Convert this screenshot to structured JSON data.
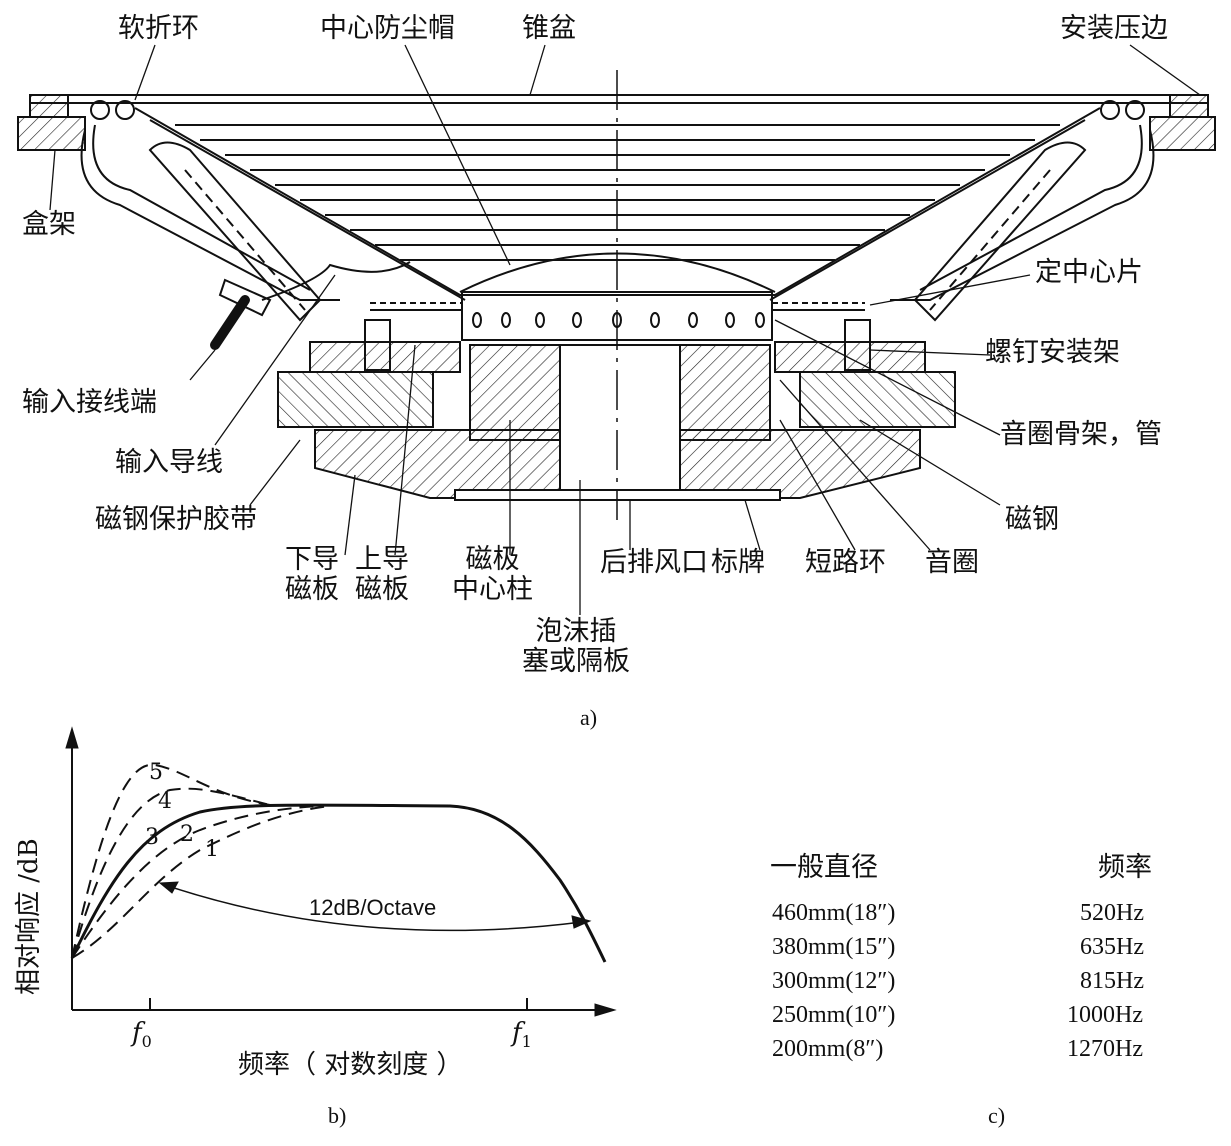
{
  "panel_a": {
    "caption": "a)",
    "labels": {
      "surround": "软折环",
      "dust_cap": "中心防尘帽",
      "cone": "锥盆",
      "gasket": "安装压边",
      "basket": "盒架",
      "spider": "定中心片",
      "screw_mount": "螺钉安装架",
      "input_terminal": "输入接线端",
      "coil_former": "音圈骨架，管",
      "input_lead": "输入导线",
      "magnet": "磁钢",
      "magnet_tape": "磁钢保护胶带",
      "lower_plate_1": "下导",
      "lower_plate_2": "磁板",
      "upper_plate_1": "上导",
      "upper_plate_2": "磁板",
      "pole_1": "磁极",
      "pole_2": "中心柱",
      "rear_vent": "后排风口",
      "nameplate": "标牌",
      "shorting_ring": "短路环",
      "voice_coil": "音圈",
      "foam_1": "泡沫插",
      "foam_2": "塞或隔板"
    }
  },
  "panel_b": {
    "caption": "b)",
    "ylabel": "相对响应 /dB",
    "xlabel": "频率（ 对数刻度 ）",
    "x_ticks": [
      "f0",
      "f1"
    ],
    "slope_label": "12dB/Octave",
    "curve_numbers": [
      "1",
      "2",
      "3",
      "4",
      "5"
    ]
  },
  "panel_c": {
    "caption": "c)",
    "header_diameter": "一般直径",
    "header_freq": "频率",
    "rows": [
      {
        "diameter": "460mm(18″)",
        "freq": "520Hz"
      },
      {
        "diameter": "380mm(15″)",
        "freq": "635Hz"
      },
      {
        "diameter": "300mm(12″)",
        "freq": "815Hz"
      },
      {
        "diameter": "250mm(10″)",
        "freq": "1000Hz"
      },
      {
        "diameter": "200mm(8″)",
        "freq": "1270Hz"
      }
    ]
  }
}
